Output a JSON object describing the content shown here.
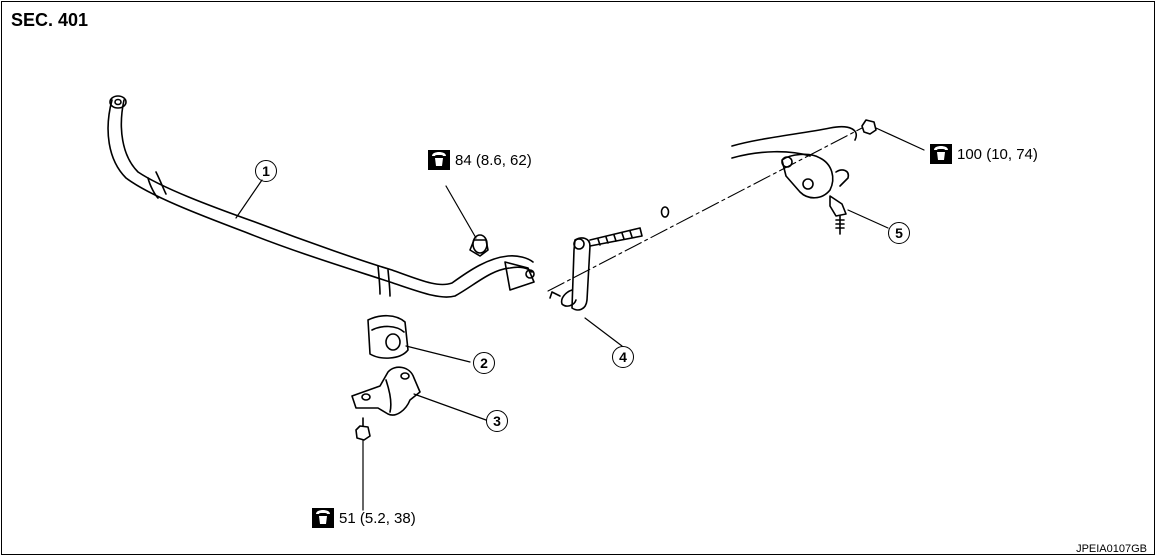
{
  "header": {
    "section": "SEC. 401"
  },
  "footer": {
    "ref_code": "JPEIA0107GB"
  },
  "callouts": [
    "1",
    "2",
    "3",
    "4",
    "5"
  ],
  "torques": {
    "t1": "84 (8.6, 62)",
    "t2": "100 (10, 74)",
    "t3": "51 (5.2, 38)"
  }
}
